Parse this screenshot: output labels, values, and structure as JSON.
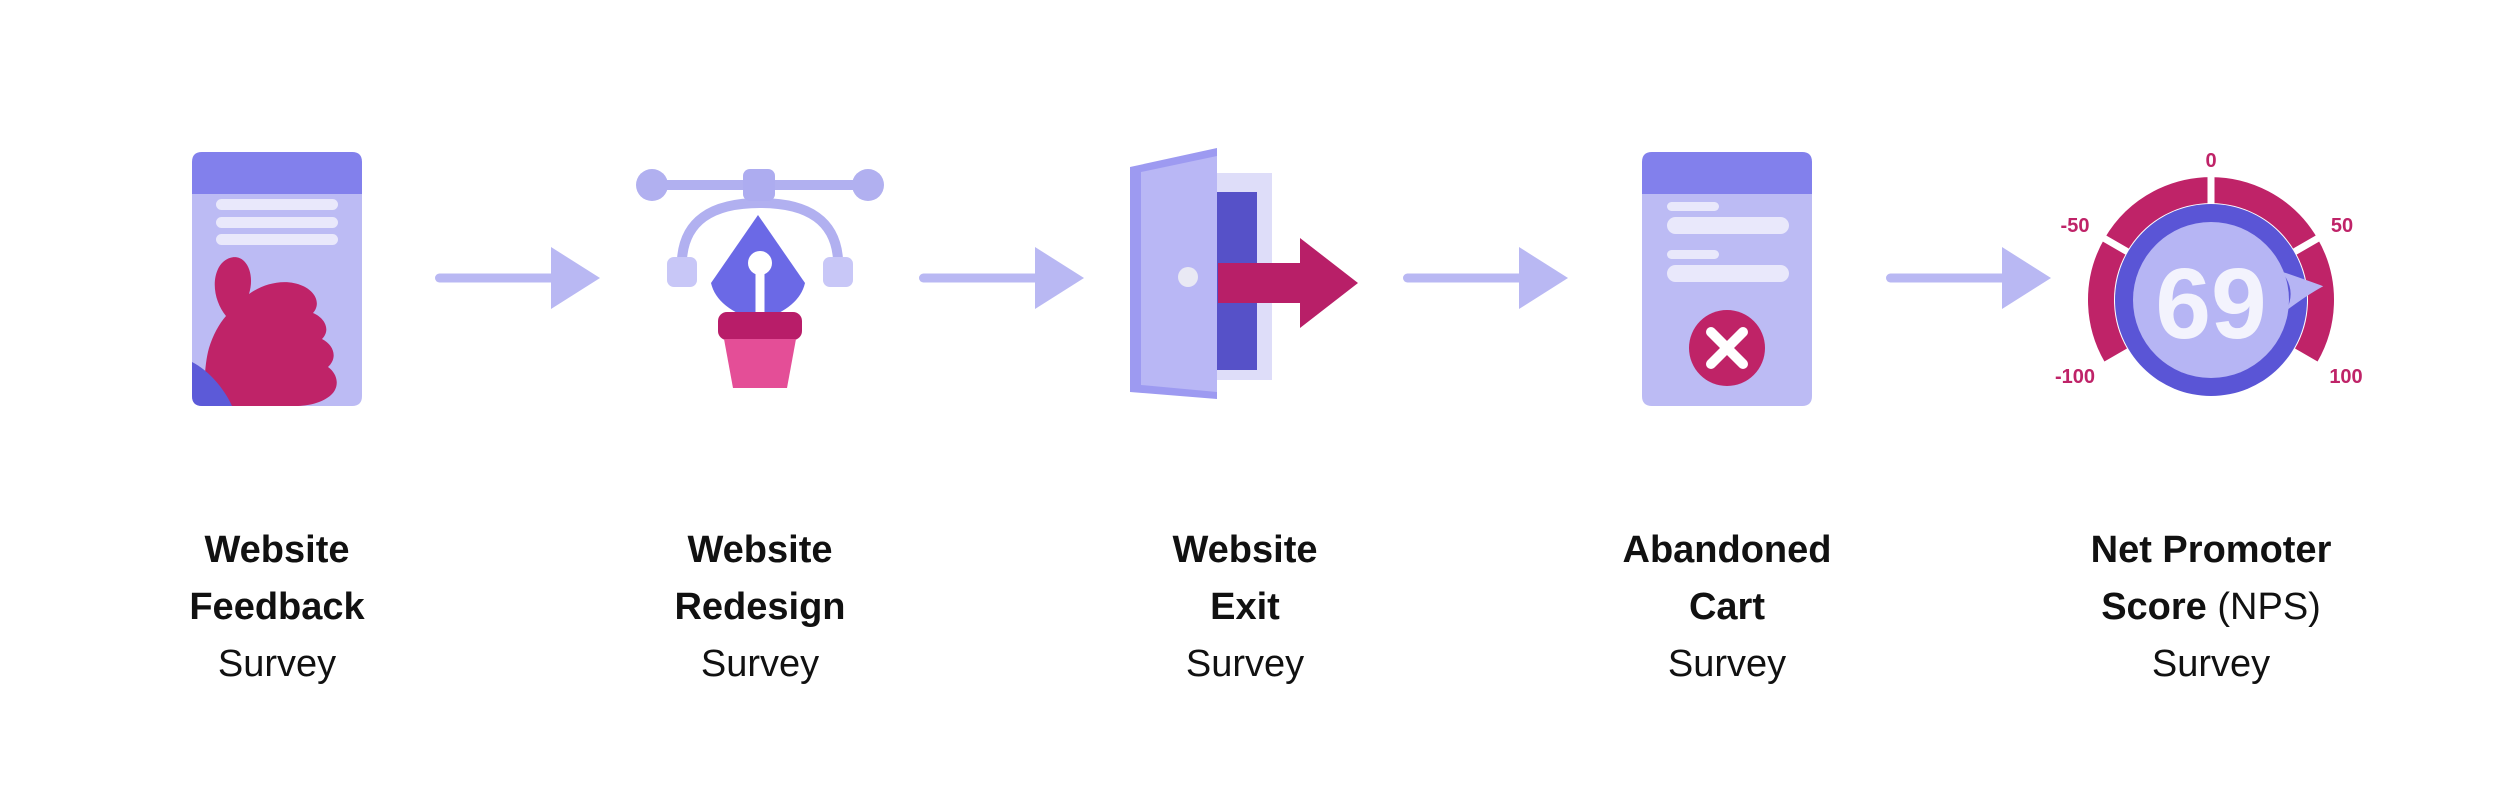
{
  "page": {
    "background": "#ffffff"
  },
  "flow": {
    "items": [
      {
        "icon": "thumbs-up-survey-card-icon",
        "line1": "Website",
        "line2_bold": "Feedback",
        "line2_regular": "",
        "line3": "Survey"
      },
      {
        "icon": "pen-tool-icon",
        "line1": "Website",
        "line2_bold": "Redesign",
        "line2_regular": "",
        "line3": "Survey"
      },
      {
        "icon": "exit-door-icon",
        "line1": "Website",
        "line2_bold": "Exit",
        "line2_regular": "",
        "line3": "Survey"
      },
      {
        "icon": "cancelled-survey-card-icon",
        "line1": "Abandoned",
        "line2_bold": "Cart",
        "line2_regular": "",
        "line3": "Survey"
      },
      {
        "icon": "nps-gauge-icon",
        "line1": "Net Promoter",
        "line2_bold": "Score",
        "line2_regular": " (NPS)",
        "line3": "Survey",
        "gauge": {
          "value": "69",
          "ticks": [
            "-100",
            "-50",
            "0",
            "50",
            "100"
          ]
        }
      }
    ],
    "connector_icon": "arrow-right-icon"
  },
  "colors": {
    "accent_magenta": "#bf2368",
    "accent_pink": "#e44e97",
    "lavender": "#b9b8f3",
    "light_lavender": "#c8c7f7",
    "header_purple": "#8280ec",
    "card_body_purple": "#bcbbf4",
    "deep_purple_ring": "#5a55d6",
    "doorway_indigo": "#5651c8",
    "sleeve_blue": "#5c5ad8",
    "nib_blue": "#6b69e6",
    "text": "#111111"
  }
}
